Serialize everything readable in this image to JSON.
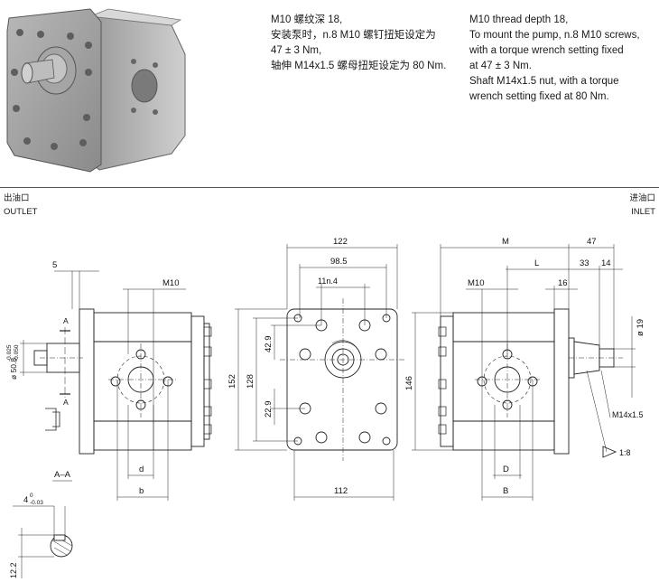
{
  "notes_cn": [
    "M10 螺纹深 18,",
    "安装泵时，n.8 M10 螺钉扭矩设定为",
    "47 ± 3 Nm,",
    "轴伸 M14x1.5 螺母扭矩设定为 80 Nm."
  ],
  "notes_en": [
    "M10 thread depth 18,",
    "To mount the pump, n.8 M10 screws,",
    "with a torque wrench setting fixed",
    "at 47 ± 3 Nm.",
    "Shaft M14x1.5 nut, with a torque",
    "wrench setting fixed at 80 Nm."
  ],
  "outlet": {
    "cn": "出油口",
    "en": "OUTLET"
  },
  "inlet": {
    "cn": "进油口",
    "en": "INLET"
  },
  "left_view": {
    "dim_5": "5",
    "dim_m10": "M10",
    "dim_d": "d",
    "dim_b": "b",
    "section_a": "A",
    "shaft_dia": "ø 50.8",
    "shaft_tol_upper": "-0.025",
    "shaft_tol_lower": "-0.050"
  },
  "section": {
    "title": "A–A",
    "key_width": "4",
    "key_tol_upper": "0",
    "key_tol_lower": "-0.03",
    "key_height": "12.2"
  },
  "front_view": {
    "dim_122": "122",
    "dim_98_5": "98.5",
    "dim_11n4": "11n.4",
    "dim_152": "152",
    "dim_128": "128",
    "dim_42_9": "42.9",
    "dim_22_9": "22.9",
    "dim_112": "112"
  },
  "right_view": {
    "dim_M": "M",
    "dim_L": "L",
    "dim_47": "47",
    "dim_33": "33",
    "dim_14": "14",
    "dim_m10": "M10",
    "dim_16": "16",
    "dim_146": "146",
    "dim_19": "ø 19",
    "thread": "M14x1.5",
    "taper": "1:8",
    "dim_D": "D",
    "dim_B": "B"
  }
}
